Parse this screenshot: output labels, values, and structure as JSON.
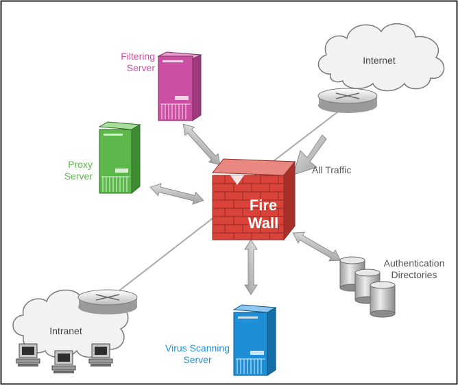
{
  "labels": {
    "internet": "Internet",
    "intranet": "Intranet",
    "all_traffic": "All Traffic",
    "firewall_line1": "Fire",
    "firewall_line2": "Wall",
    "filtering_line1": "Filtering",
    "filtering_line2": "Server",
    "proxy_line1": "Proxy",
    "proxy_line2": "Server",
    "auth_line1": "Authentication",
    "auth_line2": "Directories",
    "virus_line1": "Virus Scanning",
    "virus_line2": "Server"
  },
  "colors": {
    "filtering": "#cc4fa3",
    "proxy": "#5cb84a",
    "virus": "#1e8fd6",
    "firewall": "#d9433a",
    "text_gray": "#555555",
    "border": "#222222"
  },
  "icons": [
    "cloud-icon",
    "router-icon",
    "server-tower-icon",
    "firewall-brick-icon",
    "database-cylinder-icon",
    "workstation-icon",
    "bidirectional-arrow-icon"
  ]
}
